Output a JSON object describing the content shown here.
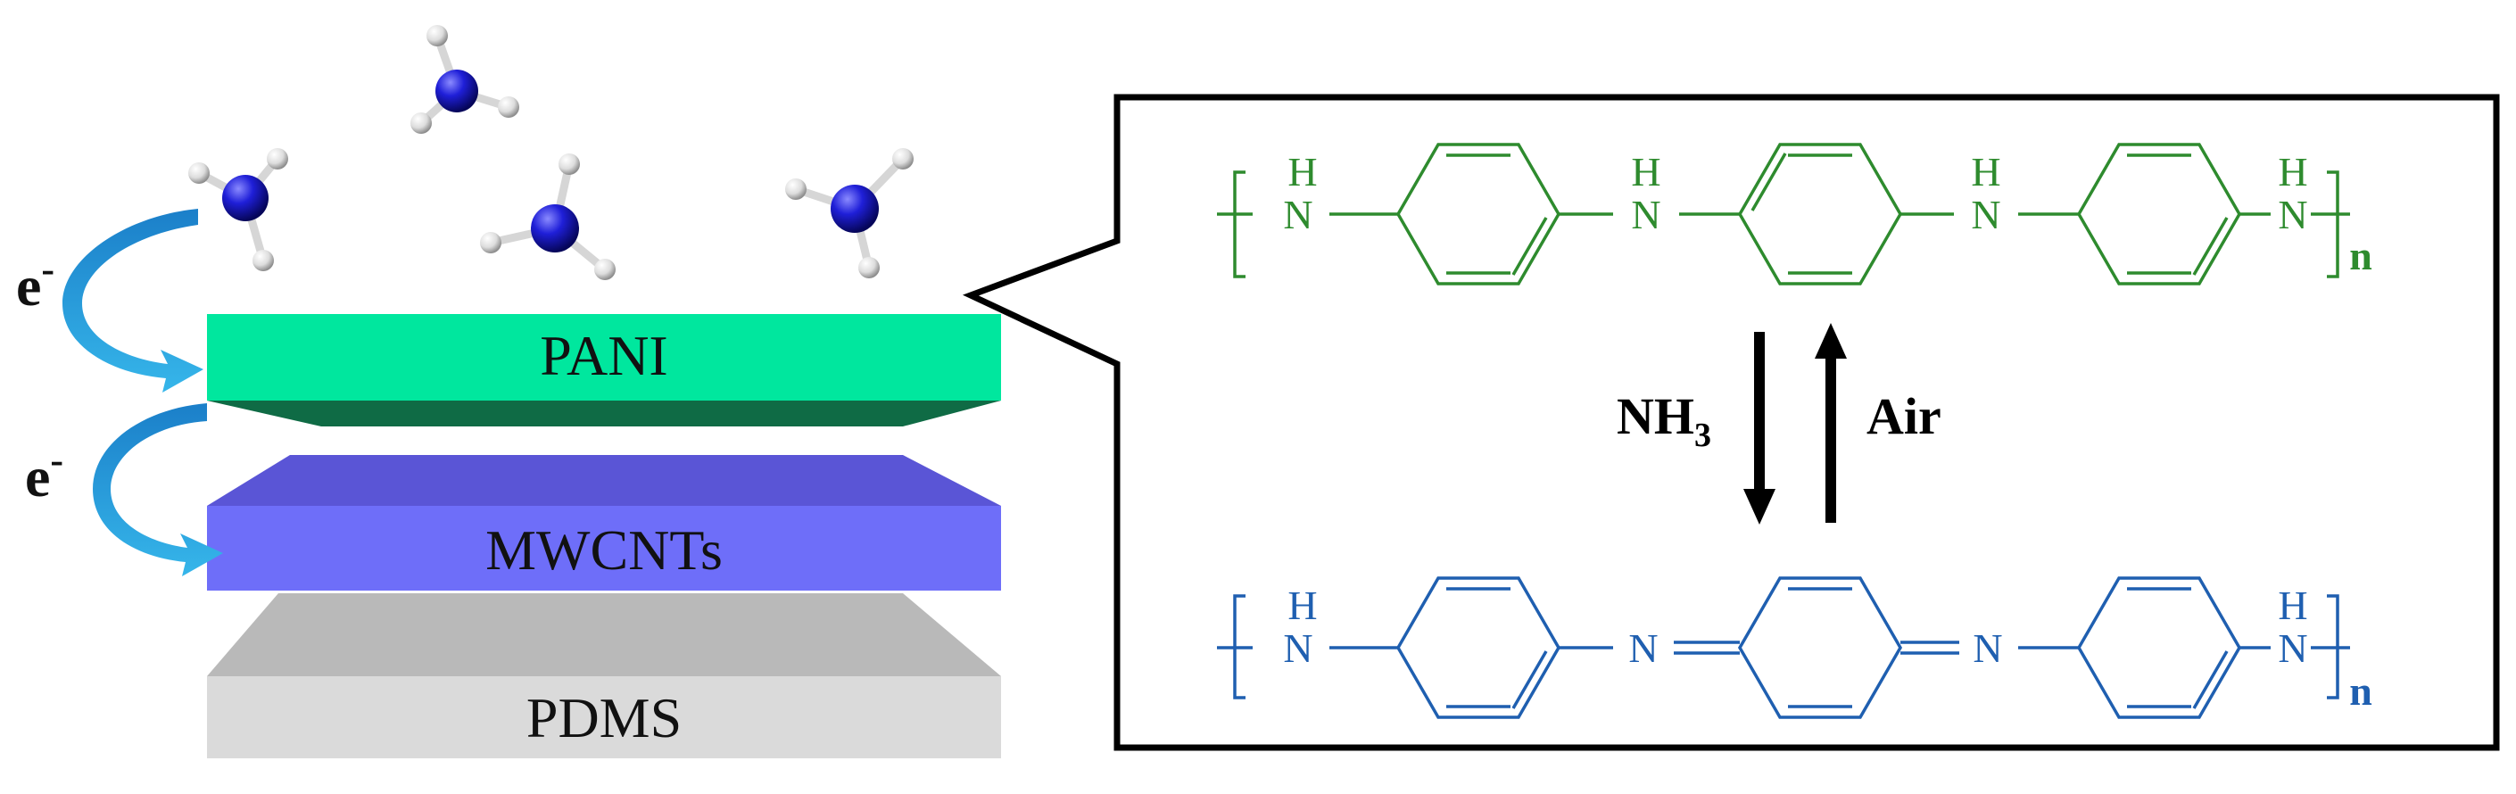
{
  "layers": {
    "pani": "PANI",
    "mwcnts": "MWCNTs",
    "pdms": "PDMS"
  },
  "electron": {
    "symbol": "e",
    "charge": "-"
  },
  "reaction": {
    "forward_label": "NH",
    "forward_subscript": "3",
    "reverse_label": "Air"
  },
  "structure": {
    "nh_n": "N",
    "nh_h": "H",
    "imine_n": "N",
    "repeat_n": "n"
  },
  "colors": {
    "pani_top": "#1fe396",
    "pani_front": "#00e79e",
    "pani_under": "#0f6b45",
    "mwcnts_top": "#5a55d6",
    "mwcnts_front": "#6e6ef9",
    "pdms_top": "#b6b6b6",
    "pdms_front": "#dadada",
    "arrow_blue": "#2aa4e0",
    "nitrogen_sphere": "#1010c8",
    "green_structure": "#2e8b2e",
    "blue_structure": "#1f5fb0"
  }
}
